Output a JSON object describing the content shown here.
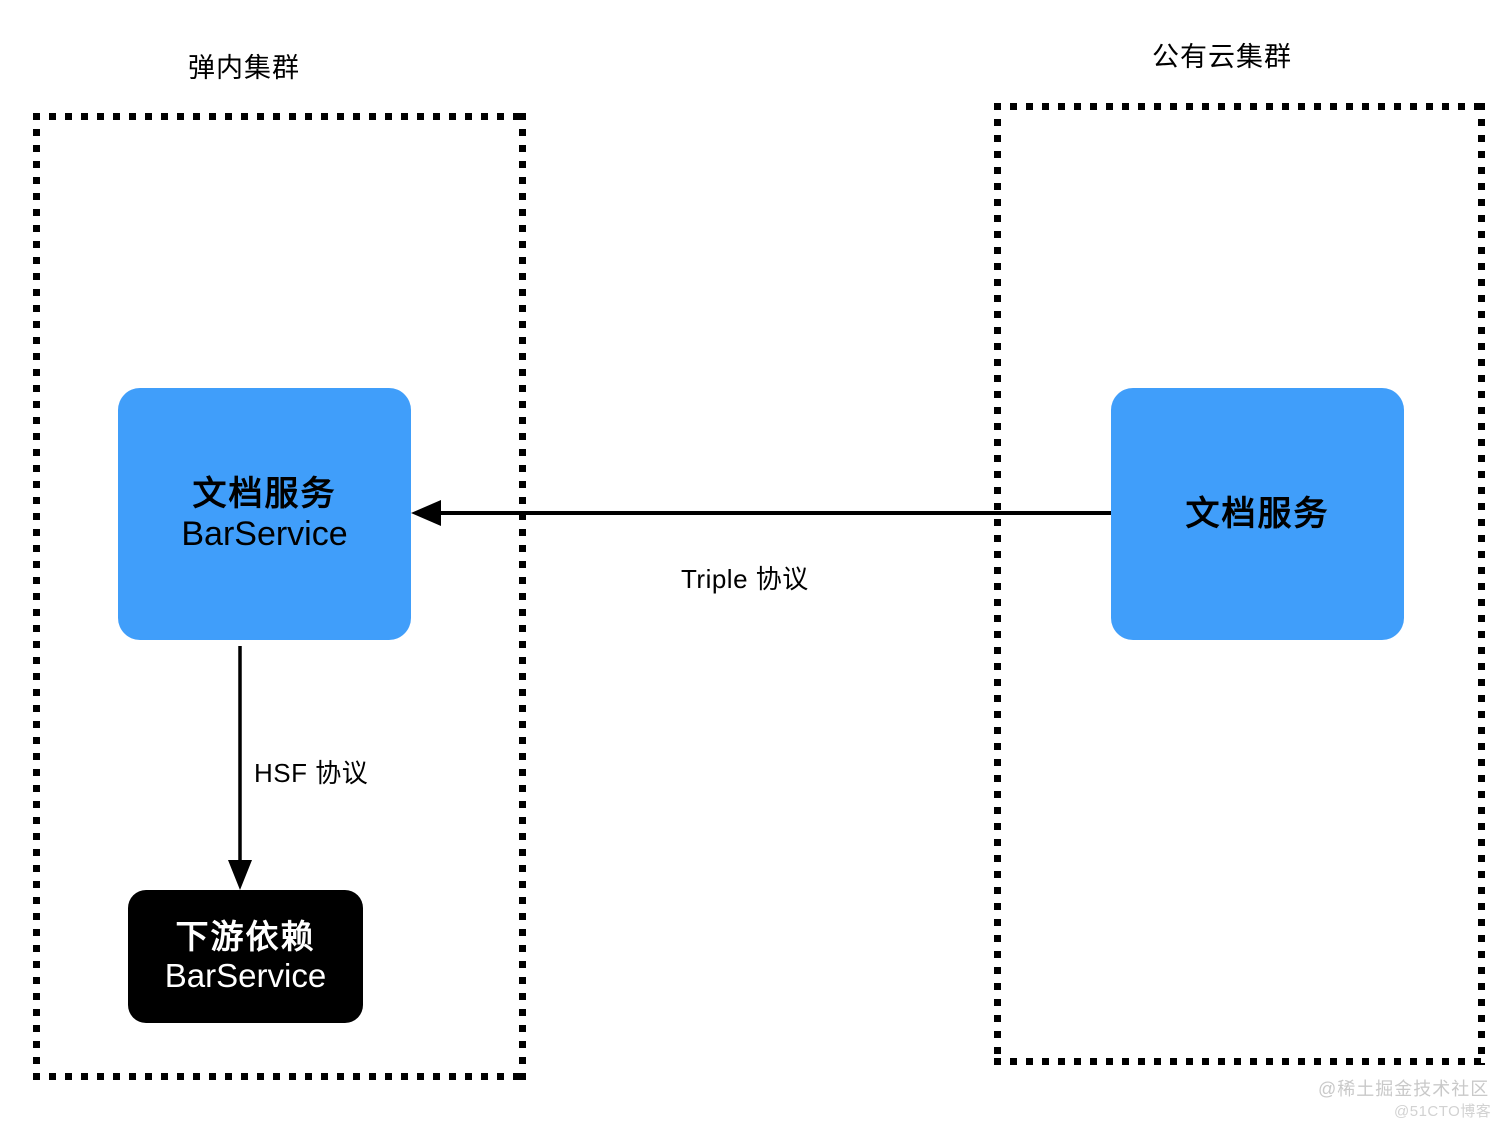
{
  "diagram": {
    "type": "architecture-flow",
    "background": "#ffffff",
    "clusters": [
      {
        "id": "internal",
        "title": "弹内集群",
        "border_style": "dotted",
        "border_color": "#000000"
      },
      {
        "id": "public-cloud",
        "title": "公有云集群",
        "border_style": "dotted",
        "border_color": "#000000"
      }
    ],
    "nodes": [
      {
        "id": "doc-service-internal",
        "cluster": "internal",
        "line_cn": "文档服务",
        "line_en": "BarService",
        "fill": "#409efa",
        "text_color": "#000000"
      },
      {
        "id": "doc-service-cloud",
        "cluster": "public-cloud",
        "line_cn": "文档服务",
        "line_en": "",
        "fill": "#409efa",
        "text_color": "#000000"
      },
      {
        "id": "downstream-dependency",
        "cluster": "internal",
        "line_cn": "下游依赖",
        "line_en": "BarService",
        "fill": "#000000",
        "text_color": "#ffffff"
      }
    ],
    "connections": [
      {
        "id": "cloud-to-internal",
        "from": "doc-service-cloud",
        "to": "doc-service-internal",
        "label": "Triple 协议",
        "direction": "right-to-left",
        "color": "#000000"
      },
      {
        "id": "internal-to-downstream",
        "from": "doc-service-internal",
        "to": "downstream-dependency",
        "label": "HSF 协议",
        "direction": "top-to-bottom",
        "color": "#000000"
      }
    ],
    "watermarks": [
      {
        "id": "juejin",
        "text": "@稀土掘金技术社区"
      },
      {
        "id": "51cto",
        "text": "@51CTO博客"
      }
    ]
  }
}
